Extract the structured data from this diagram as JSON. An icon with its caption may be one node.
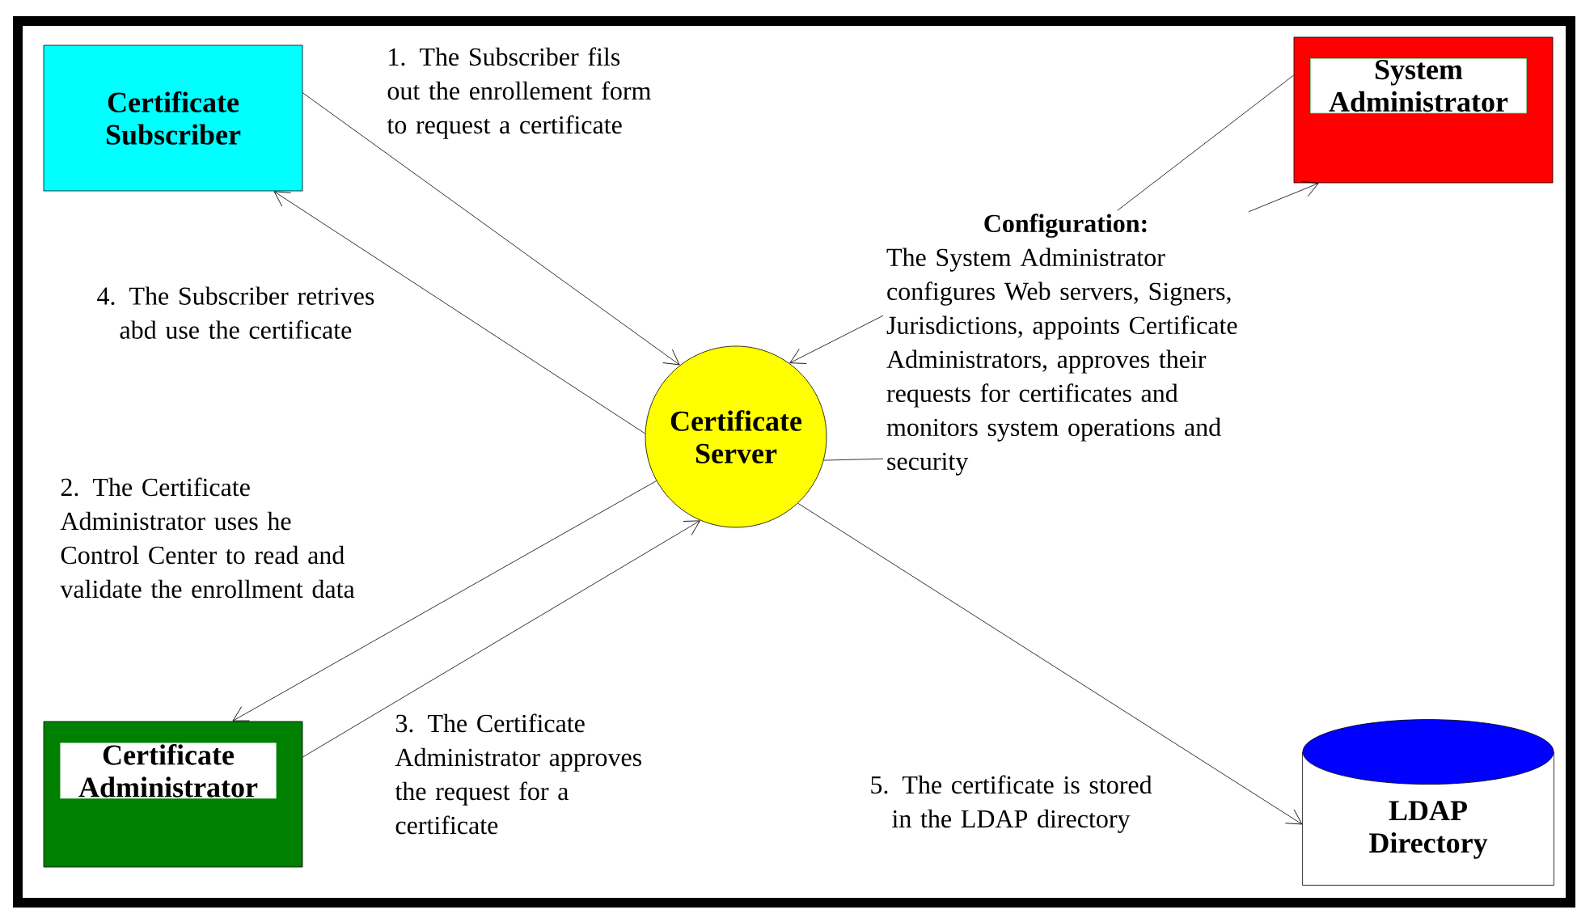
{
  "diagram": {
    "nodes": [
      {
        "text": [
          "Certificate Subscriber"
        ]
      },
      {
        "text": [
          "System Administrator"
        ]
      },
      {
        "text": [
          "Certificate Server"
        ]
      },
      {
        "text": [
          "Configuration:",
          "The System Administrator configures Web servers, Signers, Jurisdictions, appoints Certificate Administrators, approves their requests for certificates and monitors system operations and security"
        ]
      },
      {
        "text": [
          "Certificate Administrator"
        ]
      },
      {
        "text": [
          "LDAP Directory"
        ]
      }
    ],
    "edges": [
      {
        "from": 0,
        "to": 2,
        "arrow": "to",
        "label": "1. The Subscriber fils out the enrollement form to request a certificate"
      },
      {
        "from": 2,
        "to": 0,
        "arrow": "to",
        "label": "4. The Subscriber retrives abd use the certificate"
      },
      {
        "from": 2,
        "to": 4,
        "arrow": "to",
        "label": "2. The Certificate Administrator uses he Control Center to read and validate the enrollment data"
      },
      {
        "from": 4,
        "to": 2,
        "arrow": "to",
        "label": "3. The Certificate Administrator approves the request for a certificate"
      },
      {
        "from": 2,
        "to": 5,
        "arrow": "to",
        "label": "5. The certificate is stored in the LDAP directory"
      },
      {
        "from": 1,
        "to": 3,
        "arrow": "none"
      },
      {
        "from": 3,
        "to": 1,
        "arrow": "to"
      },
      {
        "from": 3,
        "to": 2,
        "arrow": "to"
      },
      {
        "from": 2,
        "to": 3,
        "arrow": "none"
      }
    ]
  }
}
